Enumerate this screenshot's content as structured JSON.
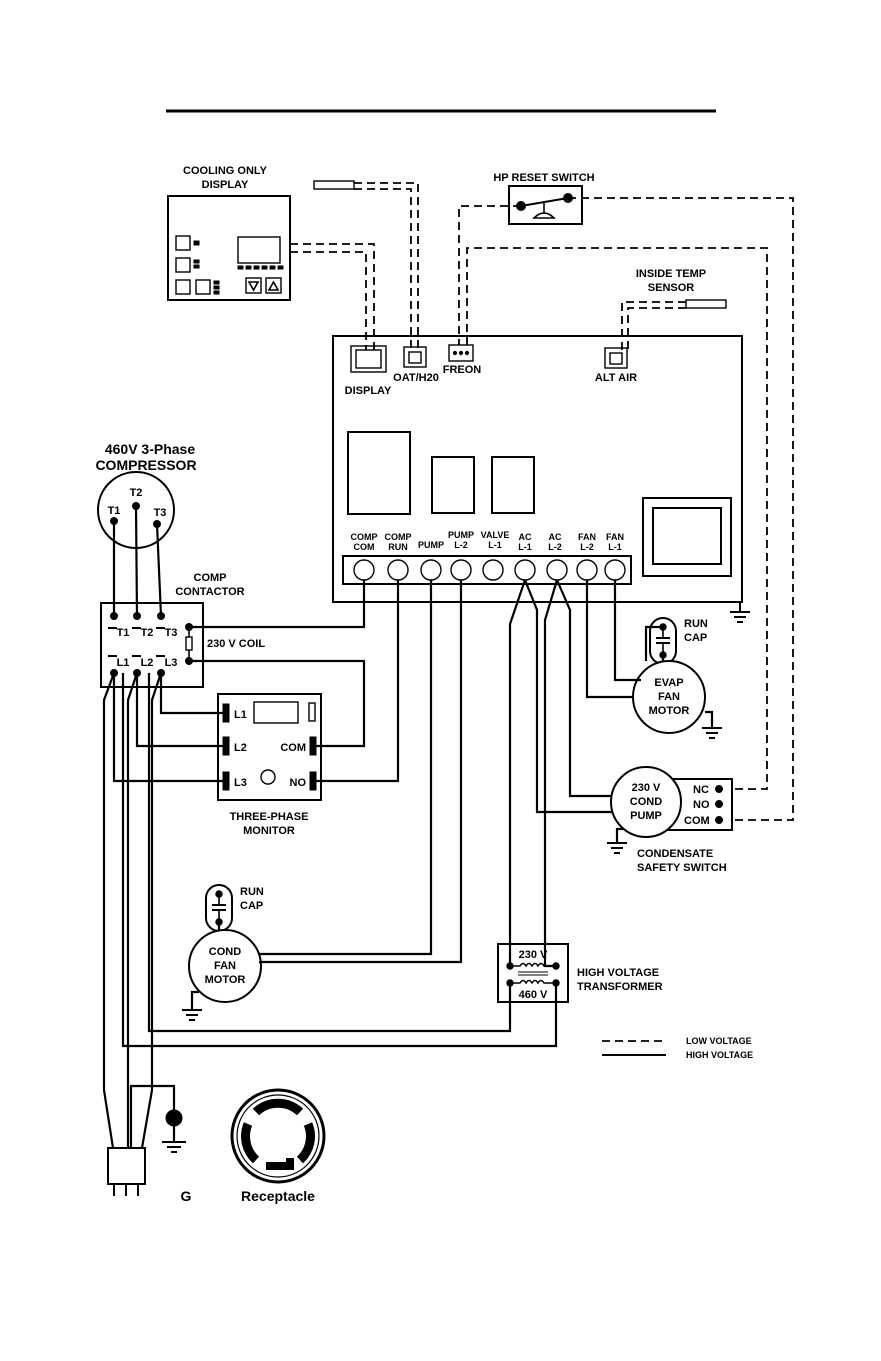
{
  "display_panel": {
    "title_line1": "COOLING ONLY",
    "title_line2": "DISPLAY"
  },
  "hp_reset_switch": {
    "label": "HP RESET SWITCH"
  },
  "inside_temp_sensor": {
    "label_line1": "INSIDE TEMP",
    "label_line2": "SENSOR"
  },
  "control_board": {
    "connectors": {
      "display": "DISPLAY",
      "oat_h20": "OAT/H20",
      "freon": "FREON",
      "alt_air": "ALT AIR"
    },
    "terminals": [
      {
        "line1": "COMP",
        "line2": "COM"
      },
      {
        "line1": "COMP",
        "line2": "RUN"
      },
      {
        "line1": "",
        "line2": "PUMP"
      },
      {
        "line1": "PUMP",
        "line2": "L-2"
      },
      {
        "line1": "VALVE",
        "line2": "L-1"
      },
      {
        "line1": "AC",
        "line2": "L-1"
      },
      {
        "line1": "AC",
        "line2": "L-2"
      },
      {
        "line1": "FAN",
        "line2": "L-2"
      },
      {
        "line1": "FAN",
        "line2": "L-1"
      }
    ]
  },
  "compressor": {
    "title_line1": "460V  3-Phase",
    "title_line2": "COMPRESSOR",
    "t1": "T1",
    "t2": "T2",
    "t3": "T3"
  },
  "contactor": {
    "title_line1": "COMP",
    "title_line2": "CONTACTOR",
    "t1": "T1",
    "t2": "T2",
    "t3": "T3",
    "l1": "L1",
    "l2": "L2",
    "l3": "L3",
    "coil": "230 V  COIL"
  },
  "monitor": {
    "l1": "L1",
    "l2": "L2",
    "l3": "L3",
    "com": "COM",
    "no": "NO",
    "title_line1": "THREE-PHASE",
    "title_line2": "MONITOR"
  },
  "evap_run_cap": {
    "line1": "RUN",
    "line2": "CAP"
  },
  "evap_fan_motor": {
    "line1": "EVAP",
    "line2": "FAN",
    "line3": "MOTOR"
  },
  "cond_pump": {
    "line1": "230 V",
    "line2": "COND",
    "line3": "PUMP"
  },
  "safety_switch": {
    "nc": "NC",
    "no": "NO",
    "com": "COM",
    "title_line1": "CONDENSATE",
    "title_line2": "SAFETY SWITCH"
  },
  "cond_run_cap": {
    "line1": "RUN",
    "line2": "CAP"
  },
  "cond_fan_motor": {
    "line1": "COND",
    "line2": "FAN",
    "line3": "MOTOR"
  },
  "transformer": {
    "primary": "230 V",
    "secondary": "460 V",
    "title_line1": "HIGH VOLTAGE",
    "title_line2": "TRANSFORMER"
  },
  "legend": {
    "low_voltage": "LOW VOLTAGE",
    "high_voltage": "HIGH VOLTAGE"
  },
  "ground_label": "G",
  "receptacle_label": "Receptacle"
}
